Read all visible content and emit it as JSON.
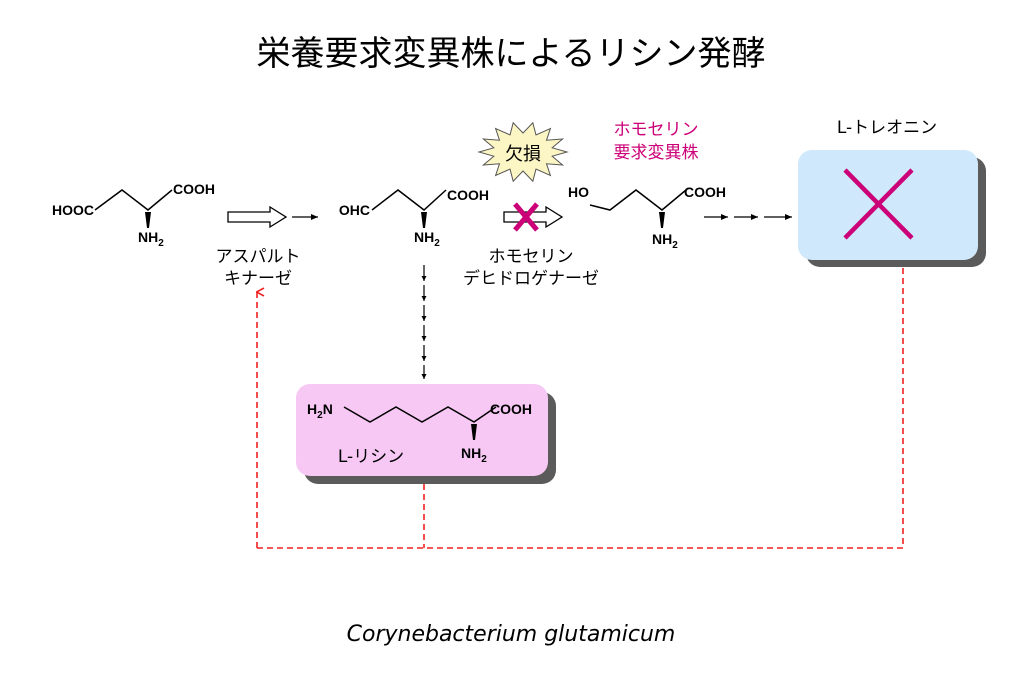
{
  "title": "栄養要求変異株によるリシン発酵",
  "organism": "Corynebacterium glutamicum",
  "colors": {
    "accent_magenta": "#cc0077",
    "dashed_red": "#ee2222",
    "lysine_box": "#f7c8f4",
    "threonine_box": "#cfe8fb",
    "deletion_star": "#fbf6c3"
  },
  "compounds": {
    "aspartate": {
      "left_group": "HOOC",
      "acid": "COOH",
      "amine": "NH",
      "amine_sub": "2"
    },
    "semialdehyde": {
      "left_group": "OHC",
      "acid": "COOH",
      "amine": "NH",
      "amine_sub": "2"
    },
    "homoserine": {
      "left_group": "HO",
      "acid": "COOH",
      "amine": "NH",
      "amine_sub": "2"
    },
    "lysine": {
      "left_group": "H",
      "left_sub": "2",
      "left_tail": "N",
      "acid": "COOH",
      "amine": "NH",
      "amine_sub": "2",
      "name": "L-リシン"
    }
  },
  "enzymes": {
    "aspartate_kinase": {
      "line1": "アスパルト",
      "line2": "キナーゼ"
    },
    "homoserine_dehydrogenase": {
      "line1": "ホモセリン",
      "line2": "デヒドロゲナーゼ"
    }
  },
  "deletion_label": "欠損",
  "auxotroph": {
    "line1": "ホモセリン",
    "line2": "要求変異株"
  },
  "threonine": {
    "label": "L-トレオニン"
  }
}
